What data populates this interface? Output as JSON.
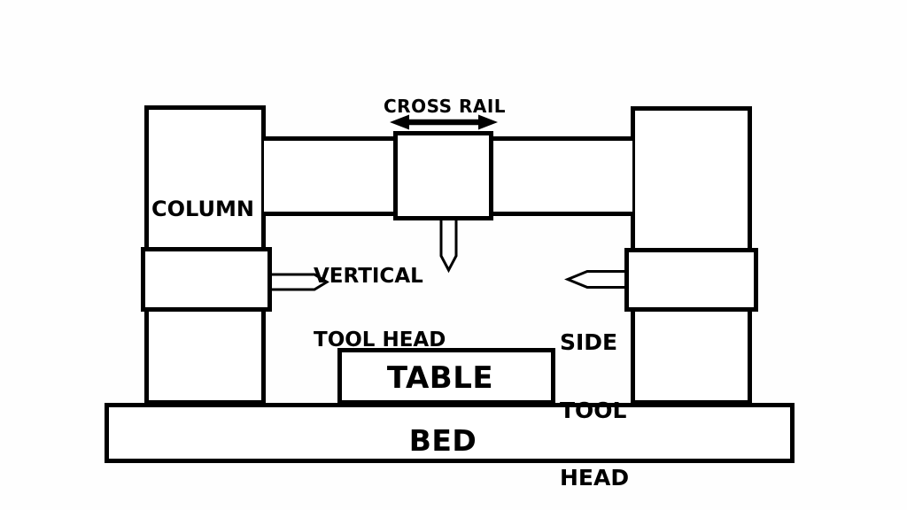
{
  "diagram": {
    "type": "machine-schematic",
    "subject": "double-column planer machine",
    "colors": {
      "background": "#fefefe",
      "line": "#000000",
      "fill": "#ffffff",
      "text": "#000000"
    },
    "labels": {
      "cross_rail": "CROSS RAIL",
      "column": "COLUMN",
      "vertical_tool_head": {
        "line1": "VERTICAL",
        "line2": "TOOL HEAD"
      },
      "side_tool_head": {
        "line1": "SIDE",
        "line2": "TOOL",
        "line3": "HEAD"
      },
      "table": "TABLE",
      "bed": "BED"
    }
  }
}
